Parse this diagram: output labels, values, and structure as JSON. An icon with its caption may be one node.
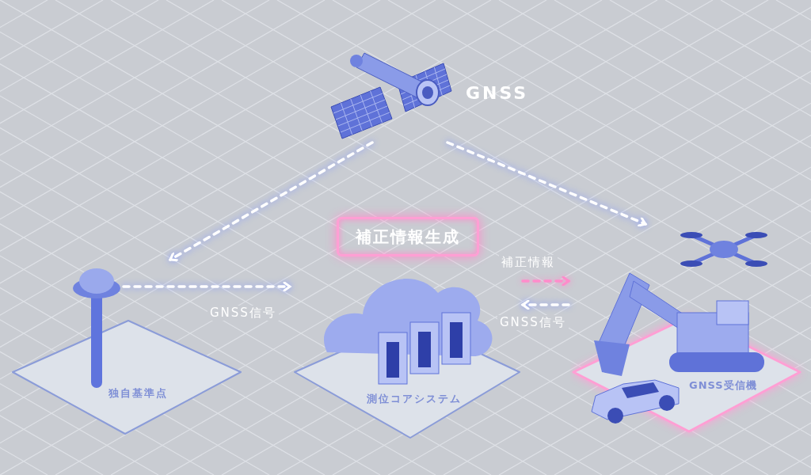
{
  "diagram": {
    "nodes": [
      {
        "text": [
          "GNSS"
        ]
      },
      {
        "text": [
          "独自基準点"
        ]
      },
      {
        "text": [
          "測位コアシステム"
        ]
      },
      {
        "text": [
          "補正情報生成"
        ]
      },
      {
        "text": [
          "GNSS受信機"
        ]
      }
    ],
    "edges": [
      {
        "from": 0,
        "to": 1,
        "arrow": "to",
        "style": "dashed"
      },
      {
        "from": 0,
        "to": 4,
        "arrow": "to",
        "style": "dashed"
      },
      {
        "from": 1,
        "to": 2,
        "arrow": "to",
        "style": "dashed",
        "label": "GNSS信号"
      },
      {
        "from": 2,
        "to": 4,
        "arrow": "to",
        "style": "dashed",
        "label": "補正情報",
        "color": "#ff8ccb"
      },
      {
        "from": 4,
        "to": 2,
        "arrow": "to",
        "style": "dashed",
        "label": "GNSS信号"
      }
    ]
  }
}
